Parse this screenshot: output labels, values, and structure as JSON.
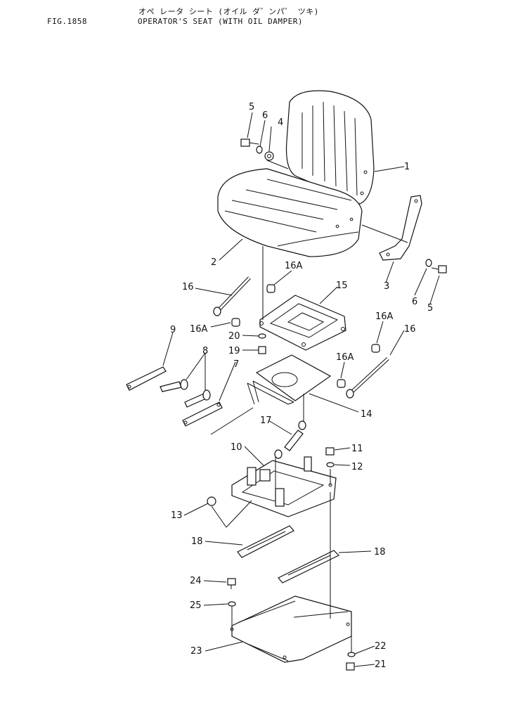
{
  "header": {
    "fig_no": "FIG.1858",
    "title_kana": "オペ レータ シート (オイル ダ゛ンパ゜ ツキ)",
    "title": "OPERATOR'S SEAT (WITH OIL DAMPER)"
  },
  "callouts": [
    "1",
    "2",
    "3",
    "4",
    "5",
    "5",
    "6",
    "6",
    "7",
    "8",
    "9",
    "10",
    "11",
    "12",
    "13",
    "14",
    "15",
    "16",
    "16",
    "16A",
    "16A",
    "16A",
    "16A",
    "17",
    "18",
    "18",
    "19",
    "20",
    "21",
    "22",
    "23",
    "24",
    "25"
  ]
}
